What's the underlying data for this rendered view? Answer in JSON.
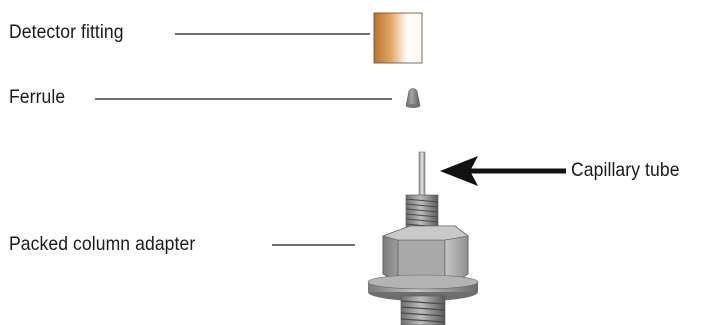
{
  "labels": {
    "detector_fitting": "Detector fitting",
    "ferrule": "Ferrule",
    "capillary_tube": "Capillary tube",
    "packed_column_adapter": "Packed column adapter"
  },
  "colors": {
    "leader_line": "#1a1a1a",
    "fitting_copper": "#c07a35",
    "metal_gray": "#8c8c8c"
  }
}
